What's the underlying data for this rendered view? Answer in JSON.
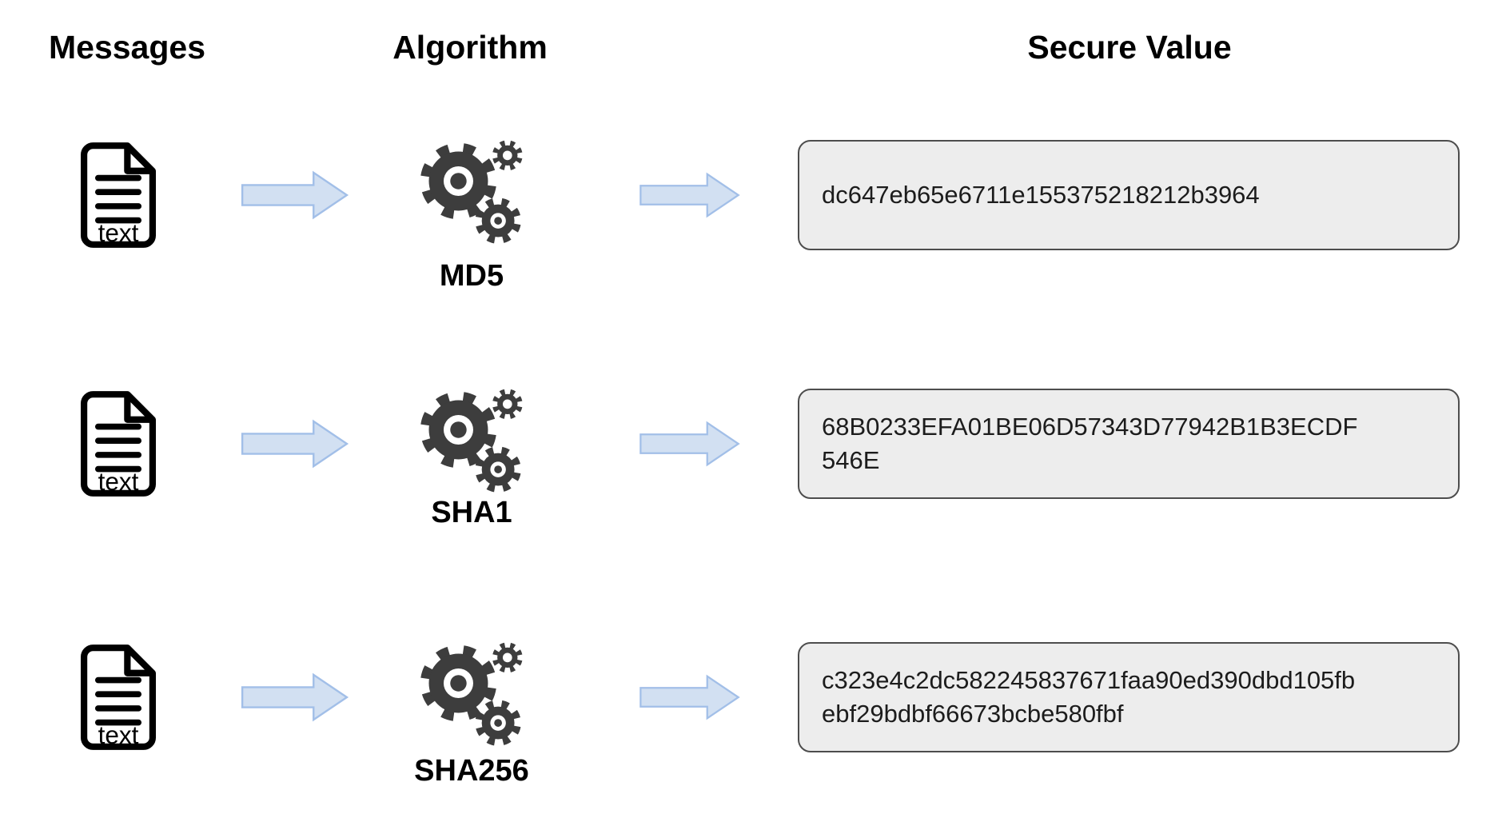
{
  "columns": {
    "messages": "Messages",
    "algorithm": "Algorithm",
    "secure_value": "Secure Value"
  },
  "doc_icon_label": "text",
  "colors": {
    "arrow_fill": "#d2e0f2",
    "arrow_border": "#a2bfe8",
    "gear_color": "#3d3d3d",
    "box_fill": "#ededed",
    "box_border": "#4d4d4d"
  },
  "rows": [
    {
      "algorithm": "MD5",
      "hash_lines": [
        "dc647eb65e6711e155375218212b3964"
      ]
    },
    {
      "algorithm": "SHA1",
      "hash_lines": [
        "68B0233EFA01BE06D57343D77942B1B3ECDF",
        "546E"
      ]
    },
    {
      "algorithm": "SHA256",
      "hash_lines": [
        "c323e4c2dc582245837671faa90ed390dbd105fb",
        "ebf29bdbf66673bcbe580fbf"
      ]
    }
  ]
}
